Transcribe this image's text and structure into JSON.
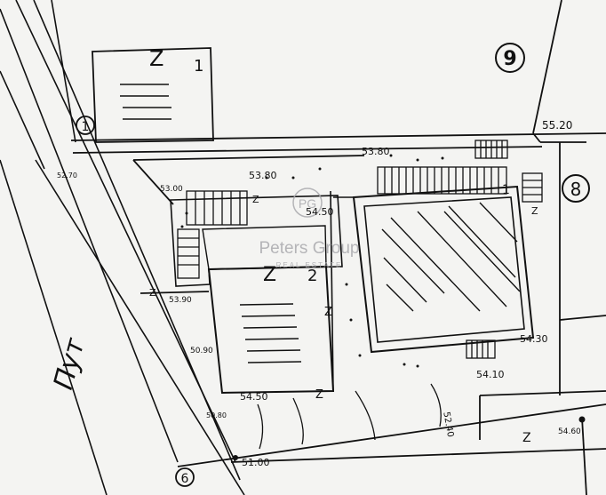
{
  "map": {
    "parcel_numbers": [
      "9",
      "8",
      "1",
      "6"
    ],
    "building_labels": [
      {
        "letter": "Z",
        "num": "1"
      },
      {
        "letter": "Z",
        "num": "2"
      },
      {
        "num": "1"
      }
    ],
    "z_marks": [
      "Z",
      "Z",
      "Z",
      "Z",
      "Z",
      "Z"
    ],
    "elevations": [
      "55.20",
      "53.80",
      "53.80",
      "53.00",
      "54.50",
      "53.90",
      "50.90",
      "54.50",
      "54.30",
      "54.10",
      "52.40",
      "54.60",
      "51.00",
      "52.70",
      "50.80"
    ],
    "street_name": "Пут"
  },
  "watermark": {
    "brand": "Peters Group",
    "tagline": "REAL ESTATE",
    "monogram": "PG"
  },
  "colors": {
    "ink": "#111111",
    "paper": "#f4f4f2",
    "watermark": "#a9a9ad"
  }
}
